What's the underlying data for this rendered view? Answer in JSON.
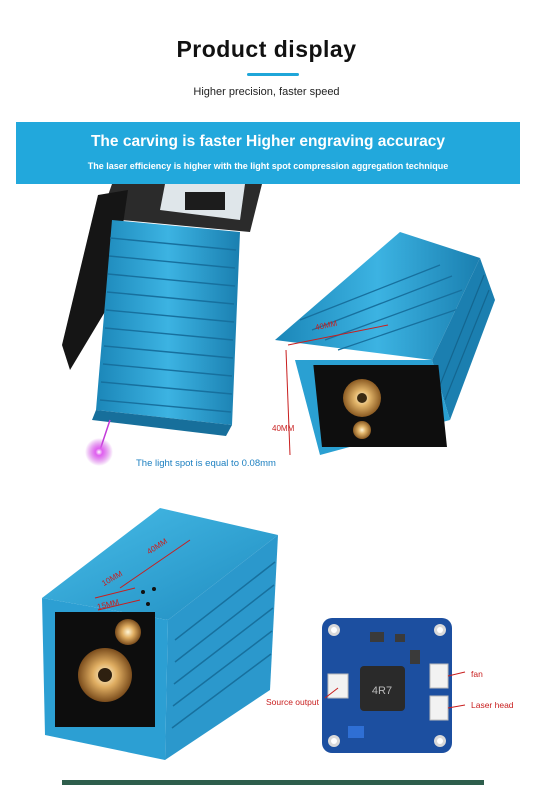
{
  "header": {
    "title": "Product display",
    "subtitle": "Higher precision, faster speed"
  },
  "banner": {
    "title": "The carving is faster Higher engraving accuracy",
    "subtitle": "The laser efficiency is higher with the light spot compression aggregation technique"
  },
  "labels": {
    "light_spot": "The light spot is equal to 0.08mm",
    "dim_width_top": "40MM",
    "dim_height_side": "40MM",
    "dim_length": "40MM",
    "dim_10": "10MM",
    "dim_15": "15MM",
    "source_output": "Source output",
    "fan": "fan",
    "laser_head": "Laser head",
    "chip_marking": "4R7"
  },
  "colors": {
    "accent": "#22a8dc",
    "aluminum": "#2fa3d4",
    "aluminum_dark": "#1e7fae",
    "dimension_red": "#c81e1e",
    "spot_purple": "#c23ad9"
  }
}
